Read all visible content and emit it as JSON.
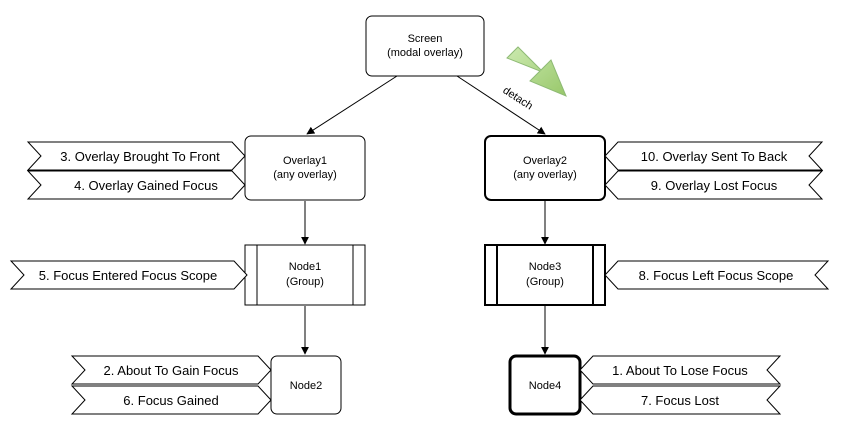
{
  "nodes": {
    "screen": {
      "line1": "Screen",
      "line2": "(modal overlay)"
    },
    "overlay1": {
      "line1": "Overlay1",
      "line2": "(any overlay)"
    },
    "overlay2": {
      "line1": "Overlay2",
      "line2": "(any overlay)"
    },
    "node1": {
      "line1": "Node1",
      "line2": "(Group)"
    },
    "node3": {
      "line1": "Node3",
      "line2": "(Group)"
    },
    "node2": {
      "line1": "Node2"
    },
    "node4": {
      "line1": "Node4"
    }
  },
  "edge_labels": {
    "detach": "detach"
  },
  "events": {
    "overlay_brought_to_front": "3. Overlay Brought To Front",
    "overlay_gained_focus": "4. Overlay Gained Focus",
    "overlay_sent_to_back": "10. Overlay Sent To Back",
    "overlay_lost_focus": "9. Overlay Lost Focus",
    "focus_entered_focus_scope": "5. Focus Entered Focus Scope",
    "focus_left_focus_scope": "8. Focus Left Focus Scope",
    "about_to_gain_focus": "2. About To Gain Focus",
    "focus_gained": "6. Focus Gained",
    "about_to_lose_focus": "1. About To Lose Focus",
    "focus_lost": "7. Focus Lost"
  },
  "colors": {
    "stroke": "#000000",
    "fill": "#ffffff",
    "arrow_fill": "#9ccf6a",
    "arrow_stroke": "#82b366"
  }
}
